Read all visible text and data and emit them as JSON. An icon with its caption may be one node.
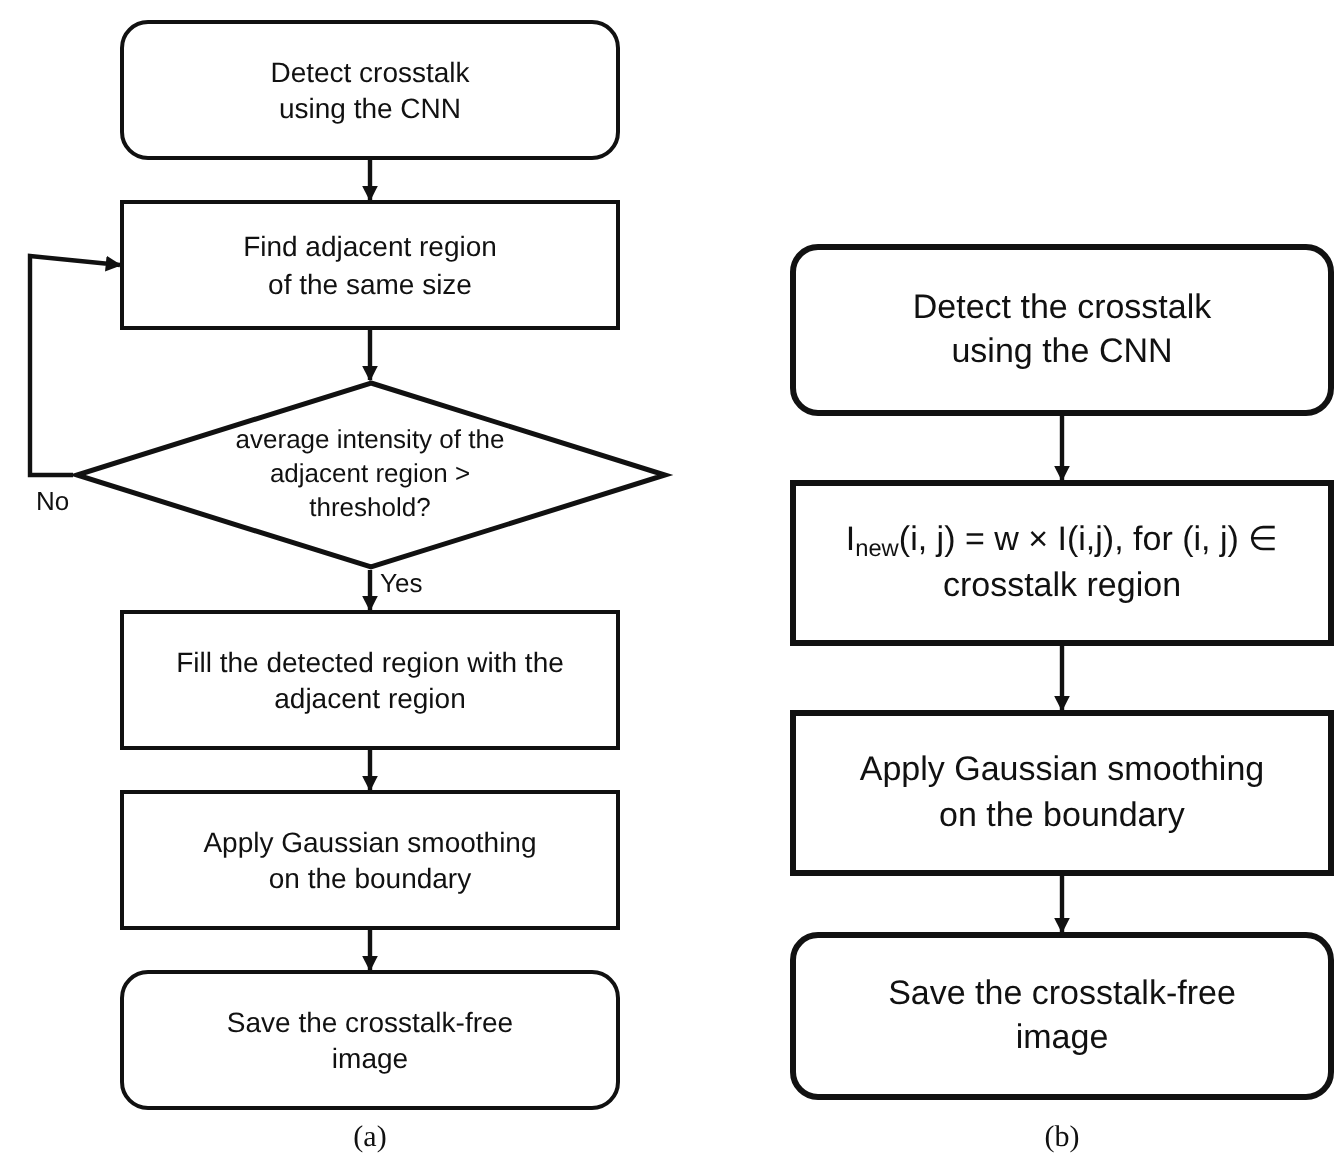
{
  "diagram": {
    "nodes": [
      {
        "text": [
          "Detect crosstalk using the CNN"
        ]
      },
      {
        "text": [
          "Find adjacent region of the same size"
        ]
      },
      {
        "text": [
          "average intensity of the adjacent region > threshold?"
        ]
      },
      {
        "text": [
          "Fill the detected region with the adjacent region"
        ]
      },
      {
        "text": [
          "Apply Gaussian smoothing on the boundary"
        ]
      },
      {
        "text": [
          "Save the crosstalk-free image"
        ]
      },
      {
        "text": [
          "Detect the crosstalk using the CNN"
        ]
      },
      {
        "text": [
          "I$_{new}$(i, j) = w × I(i,j), for (i, j) ∈ crosstalk region"
        ]
      },
      {
        "text": [
          "Apply Gaussian smoothing on the boundary"
        ]
      },
      {
        "text": [
          "Save the crosstalk-free image"
        ]
      }
    ],
    "edges": [
      {
        "from": 0,
        "to": 1,
        "arrow": "to"
      },
      {
        "from": 1,
        "to": 2,
        "arrow": "to"
      },
      {
        "from": 2,
        "to": 3,
        "arrow": "to",
        "label": "Yes"
      },
      {
        "from": 2,
        "to": 1,
        "arrow": "to",
        "label": "No"
      },
      {
        "from": 3,
        "to": 4,
        "arrow": "to"
      },
      {
        "from": 4,
        "to": 5,
        "arrow": "to"
      },
      {
        "from": 6,
        "to": 7,
        "arrow": "to"
      },
      {
        "from": 7,
        "to": 8,
        "arrow": "to"
      },
      {
        "from": 8,
        "to": 9,
        "arrow": "to"
      }
    ],
    "labels": [
      "(a)",
      "(b)"
    ]
  }
}
